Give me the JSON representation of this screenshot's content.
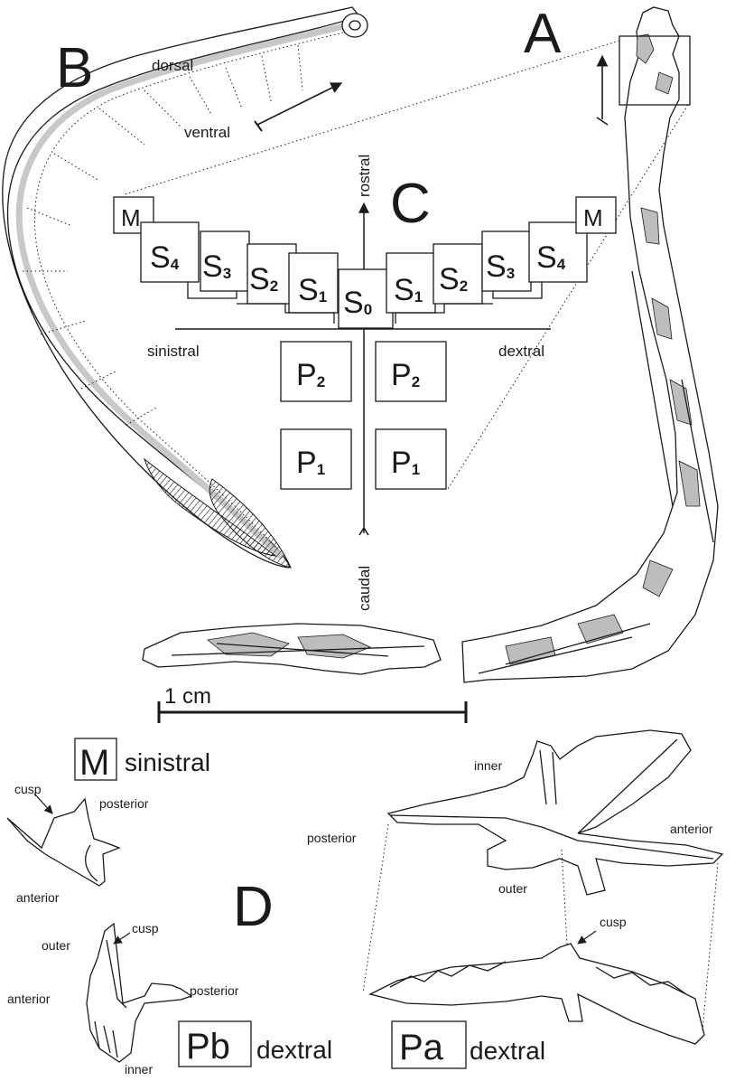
{
  "panels": {
    "A": "A",
    "B": "B",
    "C": "C",
    "D": "D"
  },
  "body_labels": {
    "dorsal": "dorsal",
    "ventral": "ventral"
  },
  "axes": {
    "rostral": "rostral",
    "caudal": "caudal",
    "sinistral": "sinistral",
    "dextral": "dextral"
  },
  "apparatus": {
    "left": [
      {
        "base": "M",
        "sub": ""
      },
      {
        "base": "S",
        "sub": "4"
      },
      {
        "base": "S",
        "sub": "3"
      },
      {
        "base": "S",
        "sub": "2"
      },
      {
        "base": "S",
        "sub": "1"
      }
    ],
    "center": {
      "base": "S",
      "sub": "0"
    },
    "right": [
      {
        "base": "S",
        "sub": "1"
      },
      {
        "base": "S",
        "sub": "2"
      },
      {
        "base": "S",
        "sub": "3"
      },
      {
        "base": "S",
        "sub": "4"
      },
      {
        "base": "M",
        "sub": ""
      }
    ],
    "p_elements": [
      {
        "base": "P",
        "sub": "2"
      },
      {
        "base": "P",
        "sub": "2"
      },
      {
        "base": "P",
        "sub": "1"
      },
      {
        "base": "P",
        "sub": "1"
      }
    ]
  },
  "scale_bar": "1 cm",
  "elements": {
    "m": {
      "box": "M",
      "side": "sinistral",
      "cusp": "cusp",
      "posterior": "posterior",
      "anterior": "anterior"
    },
    "pb": {
      "box": "Pb",
      "side": "dextral",
      "cusp": "cusp",
      "outer": "outer",
      "posterior": "posterior",
      "anterior": "anterior",
      "inner": "inner"
    },
    "pa": {
      "box": "Pa",
      "side": "dextral",
      "inner": "inner",
      "posterior": "posterior",
      "anterior": "anterior",
      "outer": "outer",
      "cusp": "cusp"
    }
  }
}
